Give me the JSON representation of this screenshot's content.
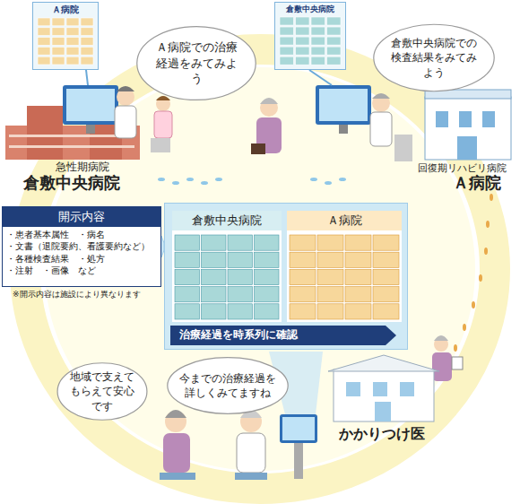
{
  "diagram": {
    "nodes": [
      {
        "text": [
          "Ａ病院"
        ]
      },
      {
        "text": [
          "Ａ病院での治療経過をみてみよう"
        ]
      },
      {
        "text": [
          "倉敷中央病院"
        ]
      },
      {
        "text": [
          "倉敷中央病院での検査結果をみてみよう"
        ]
      },
      {
        "text": [
          "開示内容",
          "・患者基本属性　・病名",
          "・文書（退院要約、看護要約など）",
          "・各種検査結果　・処方",
          "・注射　・画像　など"
        ]
      },
      {
        "text": [
          "治療経過を時系列に確認"
        ]
      },
      {
        "text": [
          "倉敷中央病院"
        ],
        "in": 5
      },
      {
        "text": [
          "Ａ病院"
        ],
        "in": 5
      },
      {
        "text": [
          "地域で支えてもらえて安心です"
        ]
      },
      {
        "text": [
          "今までの治療経過を詳しくみてますね"
        ]
      }
    ],
    "edges": [
      {
        "from": 4,
        "to": 5,
        "arrow": "none"
      }
    ],
    "labels": [
      "急性期病院",
      "倉敷中央病院",
      "回復期リハビリ病院",
      "Ａ病院",
      "かかりつけ医",
      "※開示内容は施設により異なります"
    ]
  }
}
